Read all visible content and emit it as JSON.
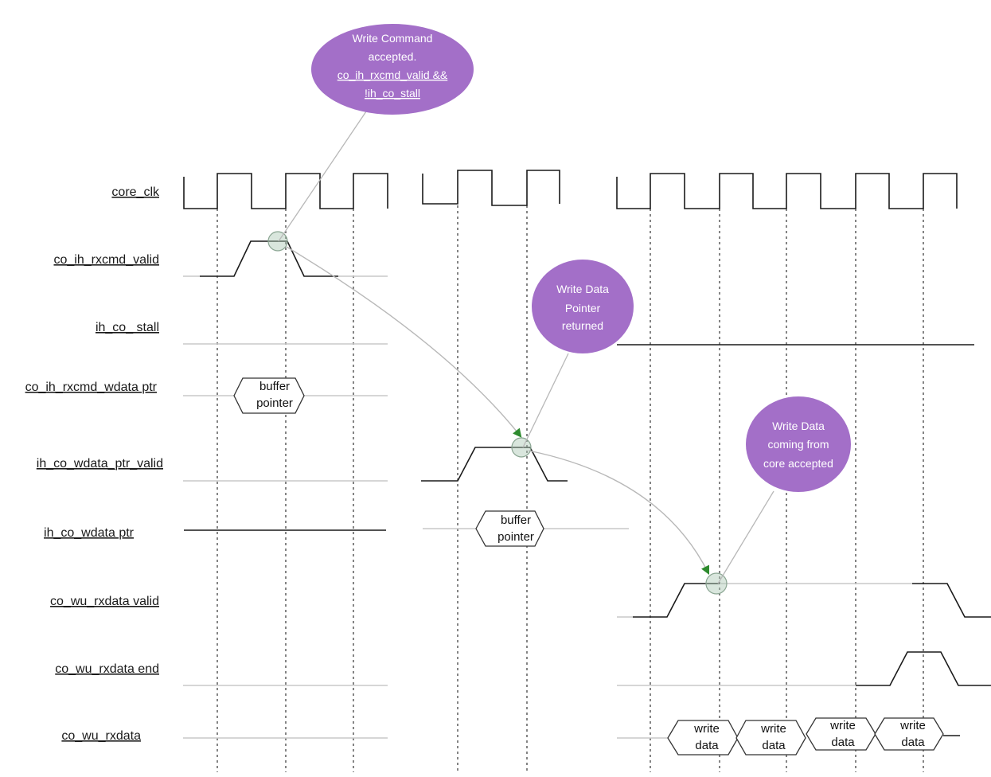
{
  "signals": [
    {
      "id": "core_clk",
      "label": "core_clk"
    },
    {
      "id": "co_ih_rxcmd_valid",
      "label": "co_ih_rxcmd_valid"
    },
    {
      "id": "ih_co_stall",
      "label": "ih_co_ stall"
    },
    {
      "id": "co_ih_rxcmd_wdata_ptr",
      "label": "co_ih_rxcmd_wdata ptr"
    },
    {
      "id": "ih_co_wdata_ptr_valid",
      "label": "ih_co_wdata_ptr_valid"
    },
    {
      "id": "ih_co_wdata_ptr",
      "label": "ih_co_wdata ptr"
    },
    {
      "id": "co_wu_rxdata_valid",
      "label": "co_wu_rxdata valid"
    },
    {
      "id": "co_wu_rxdata_end",
      "label": "co_wu_rxdata end"
    },
    {
      "id": "co_wu_rxdata",
      "label": "co_wu_rxdata"
    }
  ],
  "bus_values": {
    "buffer_pointer_1": [
      "buffer",
      "pointer"
    ],
    "buffer_pointer_2": [
      "buffer",
      "pointer"
    ],
    "write_data": [
      [
        "write",
        "data"
      ],
      [
        "write",
        "data"
      ],
      [
        "write",
        "data"
      ],
      [
        "write",
        "data"
      ]
    ]
  },
  "annotations": [
    {
      "id": "write-command-accepted",
      "lines": [
        "Write Command",
        "accepted.",
        "co_ih_rxcmd_valid  &&",
        "!ih_co_stall"
      ]
    },
    {
      "id": "write-data-pointer-returned",
      "lines": [
        "Write Data",
        "Pointer",
        "returned"
      ]
    },
    {
      "id": "write-data-coming-from-core-accepted",
      "lines": [
        "Write Data",
        "coming from",
        "core accepted"
      ]
    }
  ],
  "colors": {
    "bubble": "#a36fc8",
    "arrowhead": "#2e8b2e",
    "signal_line": "#1a1a1a",
    "idle_line": "#c8c8c8"
  }
}
